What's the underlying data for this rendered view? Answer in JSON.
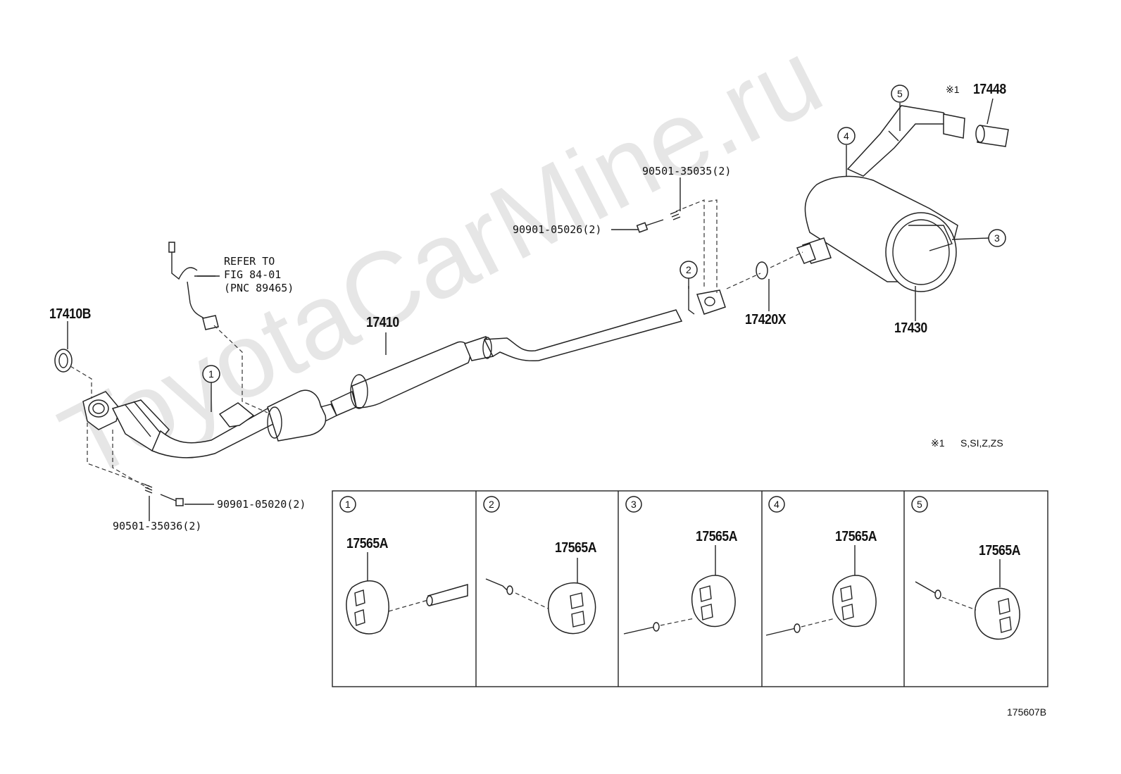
{
  "watermark": "ToyotaCarMine.ru",
  "figure_id": "175607B",
  "labels": {
    "l17410B": "17410B",
    "l17410": "17410",
    "l17420X": "17420X",
    "l17430": "17430",
    "l17448": "17448",
    "mark17448": "※1",
    "bolt_rear": "90901-05026(2)",
    "spring_rear": "90501-35035(2)",
    "bolt_front": "90901-05020(2)",
    "spring_front": "90501-35036(2)"
  },
  "refer": {
    "line1": "REFER TO",
    "line2": "FIG 84-01",
    "line3": "(PNC 89465)"
  },
  "note": {
    "mark": "※1",
    "text": "S,SI,Z,ZS"
  },
  "callouts": [
    "1",
    "2",
    "3",
    "4",
    "5"
  ],
  "insets": [
    {
      "num": "1",
      "part": "17565A"
    },
    {
      "num": "2",
      "part": "17565A"
    },
    {
      "num": "3",
      "part": "17565A"
    },
    {
      "num": "4",
      "part": "17565A"
    },
    {
      "num": "5",
      "part": "17565A"
    }
  ]
}
